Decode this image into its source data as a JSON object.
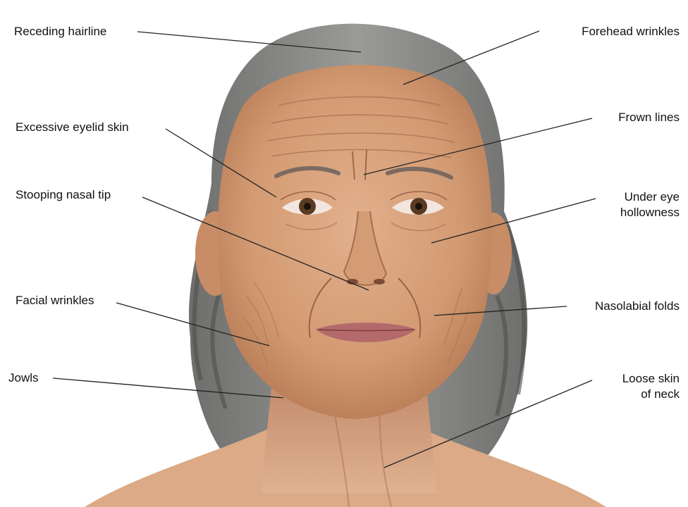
{
  "annotations": {
    "receding_hairline": "Receding hairline",
    "forehead_wrinkles": "Forehead wrinkles",
    "excessive_eyelid_skin": "Excessive eyelid skin",
    "frown_lines": "Frown lines",
    "stooping_nasal_tip": "Stooping nasal tip",
    "under_eye_hollowness": [
      "Under eye",
      "hollowness"
    ],
    "facial_wrinkles": "Facial wrinkles",
    "nasolabial_folds": "Nasolabial folds",
    "jowls": "Jowls",
    "loose_skin_of_neck": [
      "Loose skin",
      "of neck"
    ]
  },
  "colors": {
    "background": "#ffffff",
    "skin": "#d9a37c",
    "skin_shadow": "#b77b57",
    "hair": "#7a7a78",
    "hair_dark": "#4e4e4c",
    "leader_line": "#222222",
    "lips": "#b46a6a",
    "iris": "#5a3b22"
  }
}
